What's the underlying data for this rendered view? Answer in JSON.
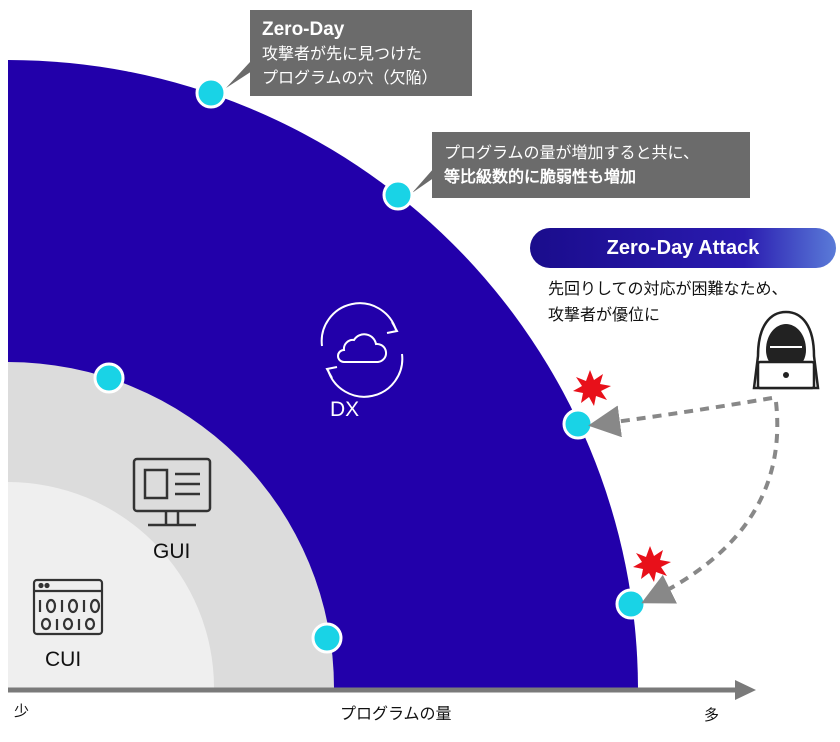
{
  "callouts": {
    "zeroday": {
      "title": "Zero-Day",
      "lines": [
        "攻撃者が先に見つけた",
        "プログラムの穴（欠陥）"
      ]
    },
    "growth": {
      "lines": [
        "プログラムの量が増加すると共に、",
        "等比級数的に脆弱性も増加"
      ]
    }
  },
  "attack": {
    "title": "Zero-Day Attack",
    "lines": [
      "先回りしての対応が困難なため、",
      "攻撃者が優位に"
    ]
  },
  "zones": {
    "dx": "DX",
    "gui": "GUI",
    "cui": "CUI"
  },
  "axis": {
    "min": "少",
    "title": "プログラムの量",
    "max": "多"
  },
  "colors": {
    "dx": "#2200aa",
    "gui": "#dcdcdc",
    "cui": "#efefef",
    "dot": "#19d3e6",
    "burst": "#e8101a",
    "callout": "#6b6b6b",
    "arrow": "#888888"
  },
  "icons": {
    "dx": "cloud-sync-icon",
    "gui": "monitor-icon",
    "cui": "terminal-binary-icon",
    "attacker": "hooded-hacker-icon",
    "impact": "starburst-icon"
  }
}
